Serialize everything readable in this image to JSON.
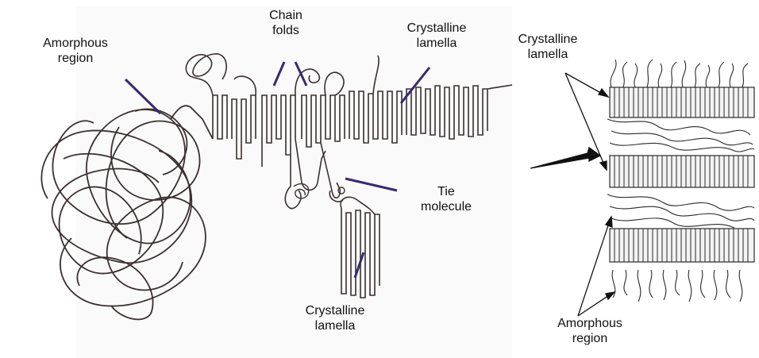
{
  "left_panel": {
    "labels": {
      "amorphous": [
        "Amorphous",
        "region"
      ],
      "chain_folds": [
        "Chain",
        "folds"
      ],
      "crystalline_top": [
        "Crystalline",
        "lamella"
      ],
      "tie_molecule": [
        "Tie",
        "molecule"
      ],
      "crystalline_bottom": [
        "Crystalline",
        "lamella"
      ]
    },
    "colors": {
      "leader": "#3a2a6e",
      "chain": "#3a3030",
      "paper": "#fafafa"
    }
  },
  "right_panel": {
    "labels": {
      "crystalline": [
        "Crystalline",
        "lamella"
      ],
      "amorphous": [
        "Amorphous",
        "region"
      ]
    },
    "lamella_count": 3,
    "colors": {
      "ink": "#2a2a2a",
      "lamella_fill": "#f3f3f3"
    }
  }
}
